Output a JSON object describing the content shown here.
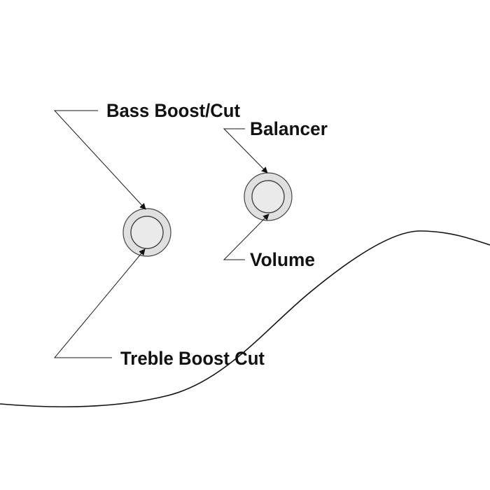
{
  "labels": {
    "bass": "Bass Boost/Cut",
    "balancer": "Balancer",
    "volume": "Volume",
    "treble": "Treble Boost Cut"
  },
  "colors": {
    "background": "#ffffff",
    "line": "#111111",
    "knob_fill": "#e0e0e0",
    "text": "#111111"
  }
}
